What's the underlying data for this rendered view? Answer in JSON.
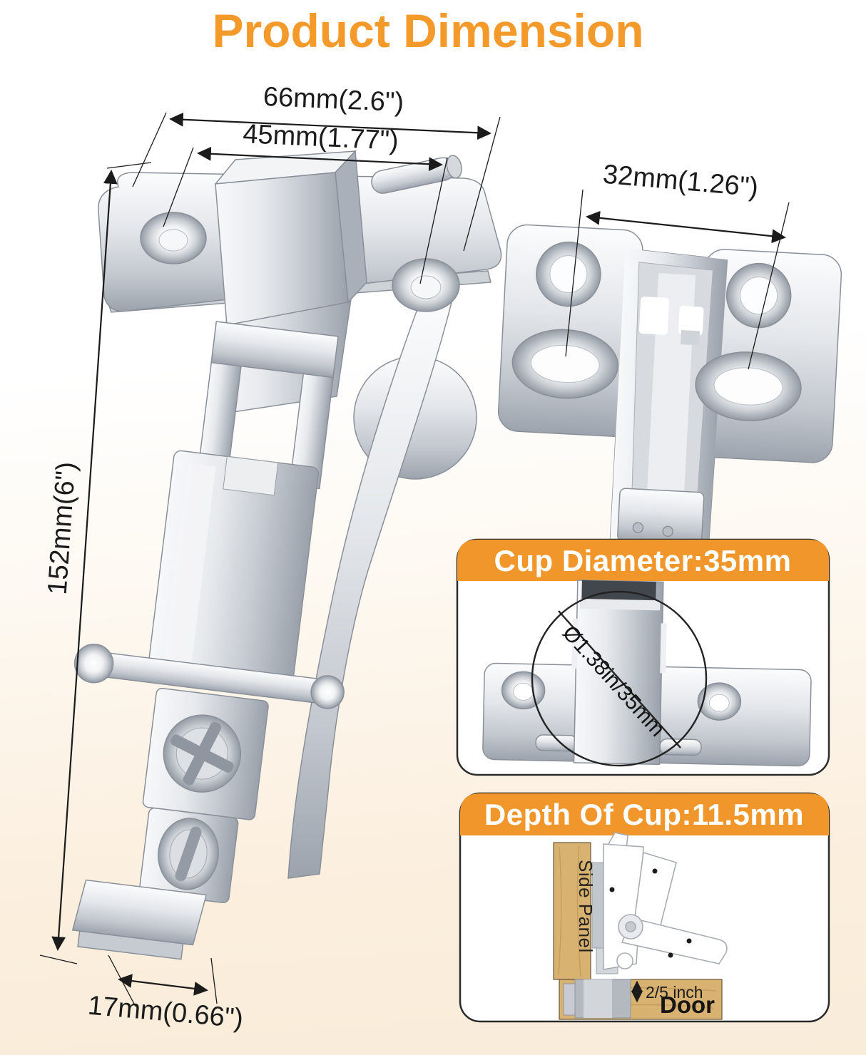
{
  "title": "Product Dimension",
  "colors": {
    "accent_orange": "#F0962B",
    "title_orange": "#F39A2B",
    "dimension_line": "#1B1B1B",
    "metal_light": "#F4F5F7",
    "metal_dark": "#9AA0AA",
    "wood": "#D8B271",
    "box_border": "#2B2B2B",
    "background_bottom": "#F9ECD9"
  },
  "hinge_view": {
    "width_overall": "66mm(2.6\")",
    "width_inner": "45mm(1.77\")",
    "height_overall": "152mm(6\")",
    "width_bottom": "17mm(0.66\")"
  },
  "mounting_plate_view": {
    "hole_spacing": "32mm(1.26\")"
  },
  "cup_diameter_panel": {
    "header": "Cup Diameter:35mm",
    "diameter_label": "Ø1.38in/35mm"
  },
  "cup_depth_panel": {
    "header": "Depth Of Cup:11.5mm",
    "side_panel_label": "Side Panel",
    "door_label": "Door",
    "depth_label": "2/5 inch"
  }
}
